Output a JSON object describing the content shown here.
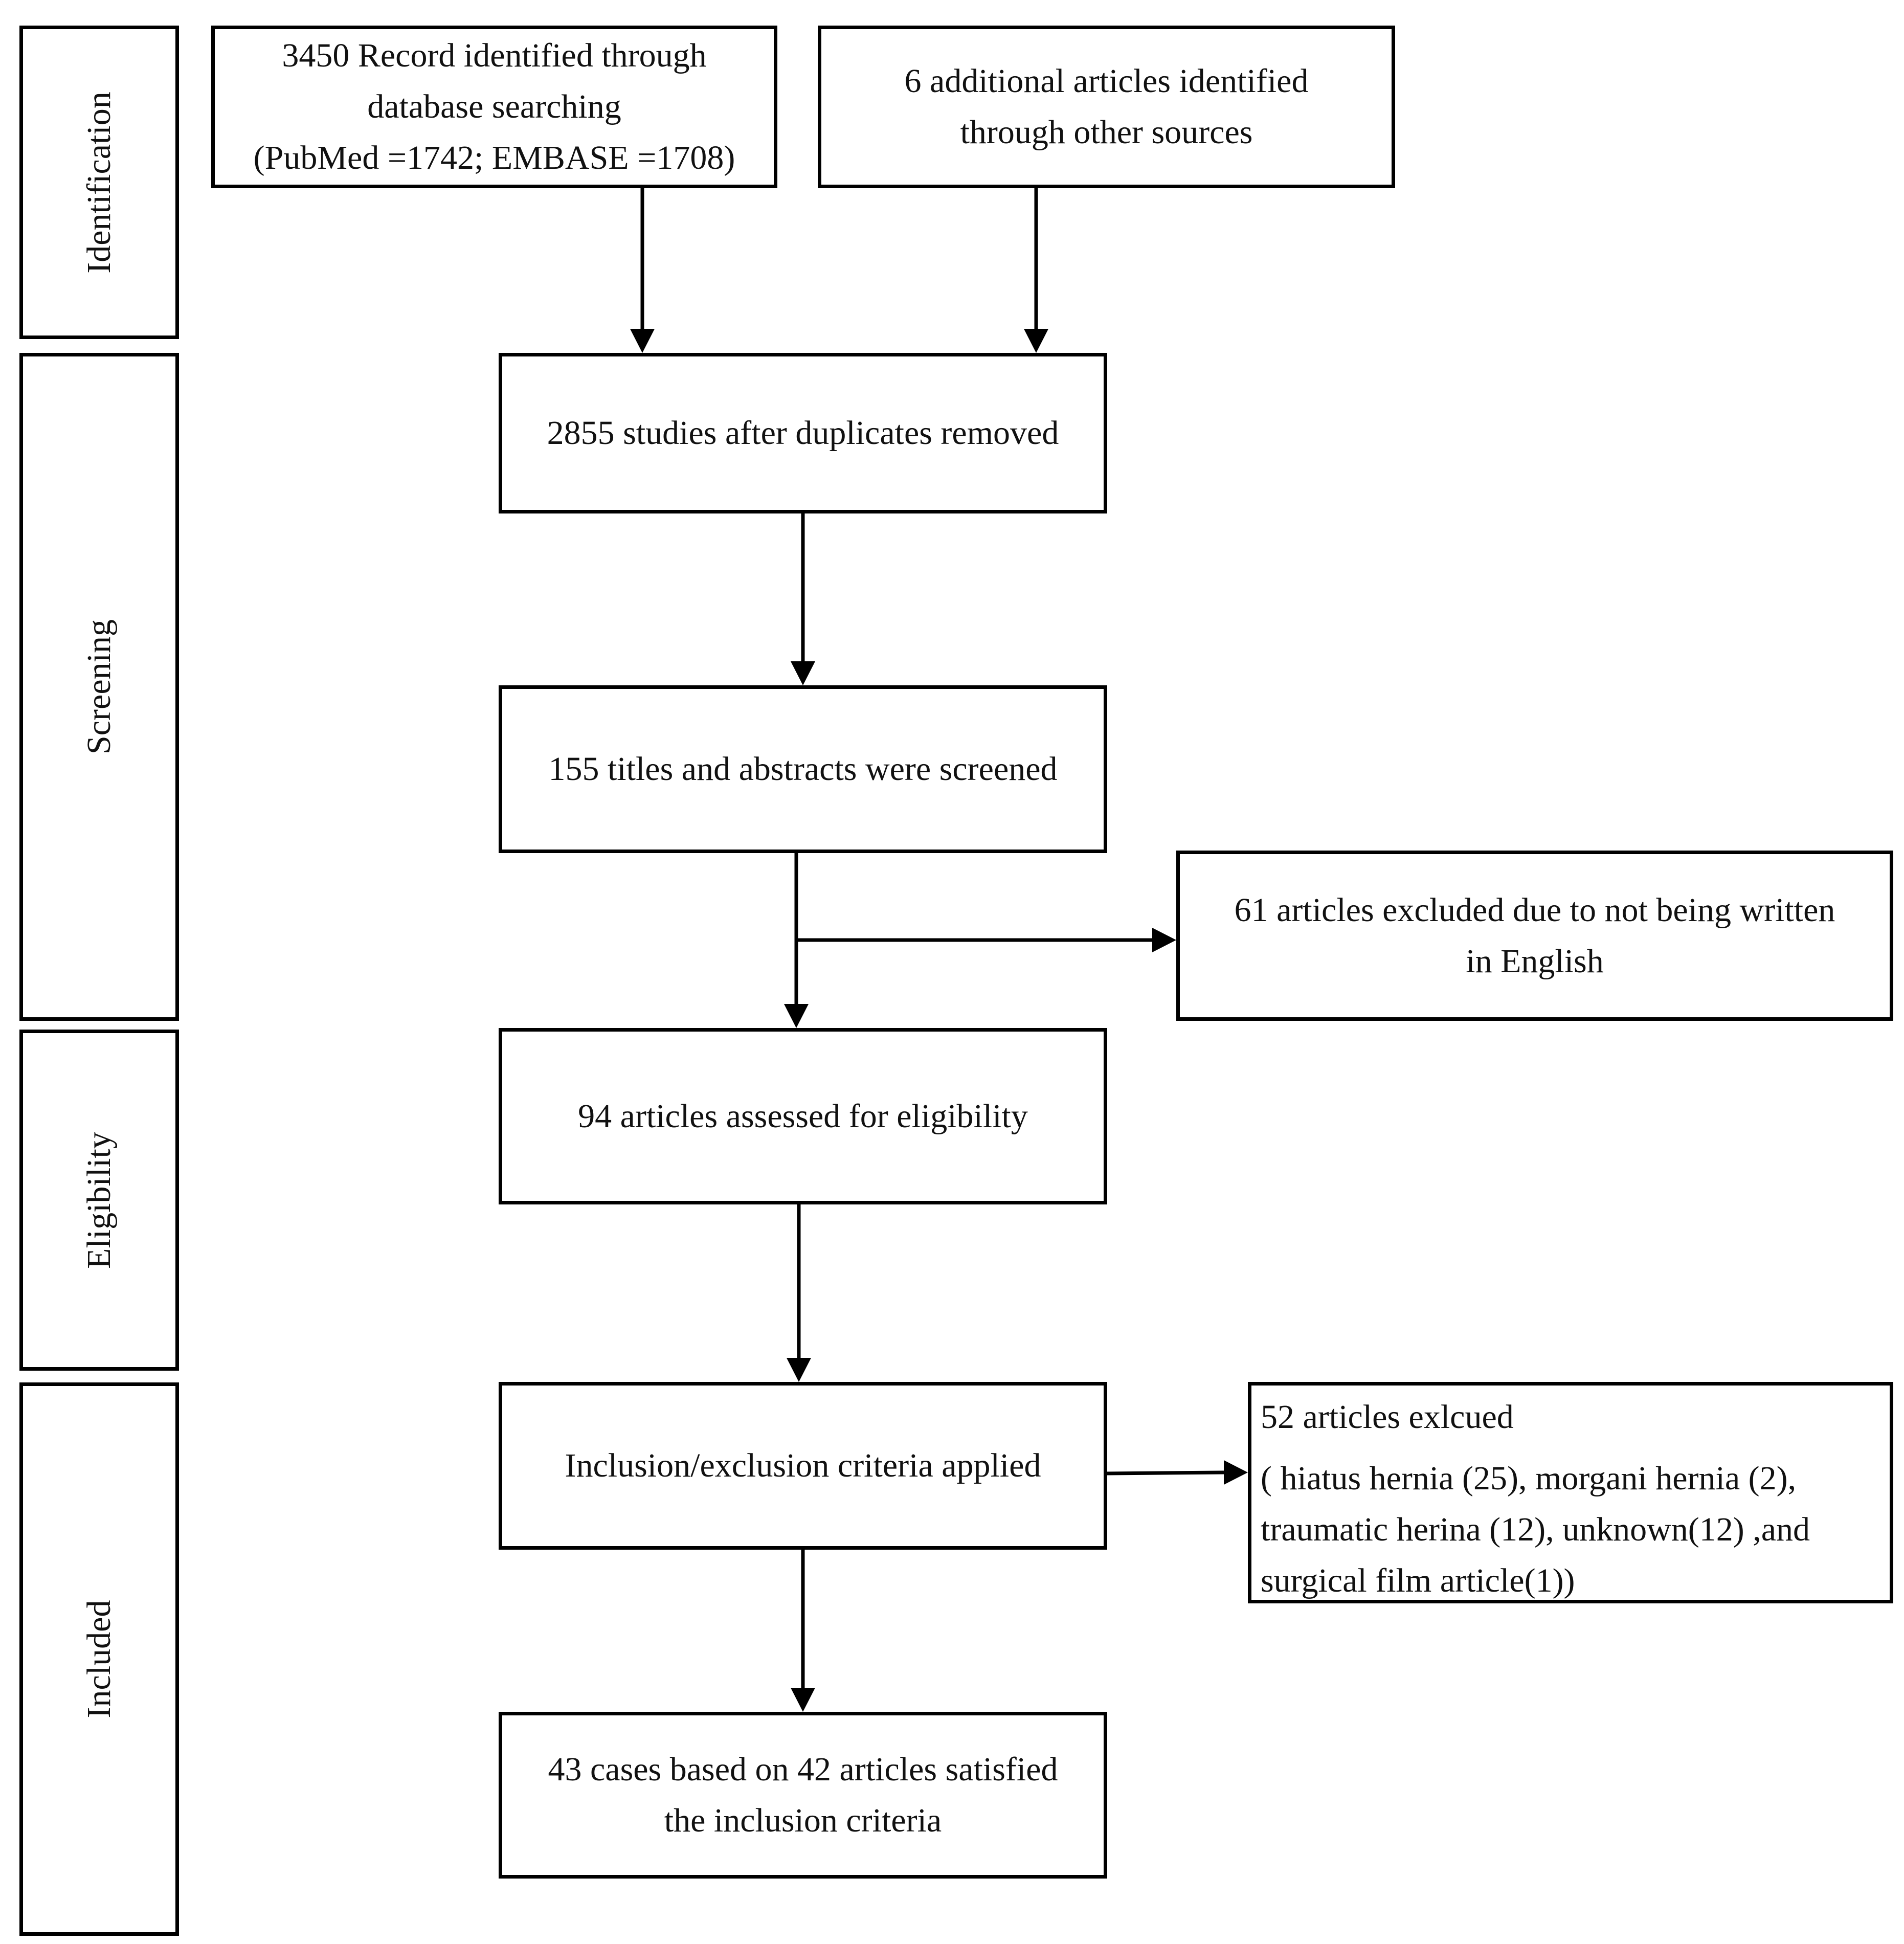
{
  "stages": [
    {
      "id": "identification",
      "label": "Identification"
    },
    {
      "id": "screening",
      "label": "Screening"
    },
    {
      "id": "eligibility",
      "label": "Eligibility"
    },
    {
      "id": "included",
      "label": "Included"
    }
  ],
  "boxes": {
    "records_database": {
      "lines": [
        "3450 Record identified through",
        "database searching",
        "(PubMed =1742; EMBASE =1708)"
      ]
    },
    "records_other": {
      "lines": [
        "6 additional articles identified",
        "through other sources"
      ]
    },
    "duplicates_removed": {
      "lines": [
        "2855 studies after duplicates removed"
      ]
    },
    "titles_screened": {
      "lines": [
        "155 titles and abstracts were screened"
      ]
    },
    "excluded_language": {
      "lines": [
        "61 articles excluded due to not being written",
        "in English"
      ]
    },
    "eligibility_assessed": {
      "lines": [
        "94 articles assessed for eligibility"
      ]
    },
    "criteria_applied": {
      "lines": [
        "Inclusion/exclusion criteria applied"
      ]
    },
    "excluded_reasons": {
      "heading": "52 articles exlcued",
      "lines": [
        "( hiatus hernia (25), morgani hernia (2),",
        "traumatic herina (12), unknown(12) ,and",
        "surgical film article(1))"
      ]
    },
    "included_final": {
      "lines": [
        "43 cases based on 42 articles satisfied",
        "the inclusion criteria"
      ]
    }
  }
}
